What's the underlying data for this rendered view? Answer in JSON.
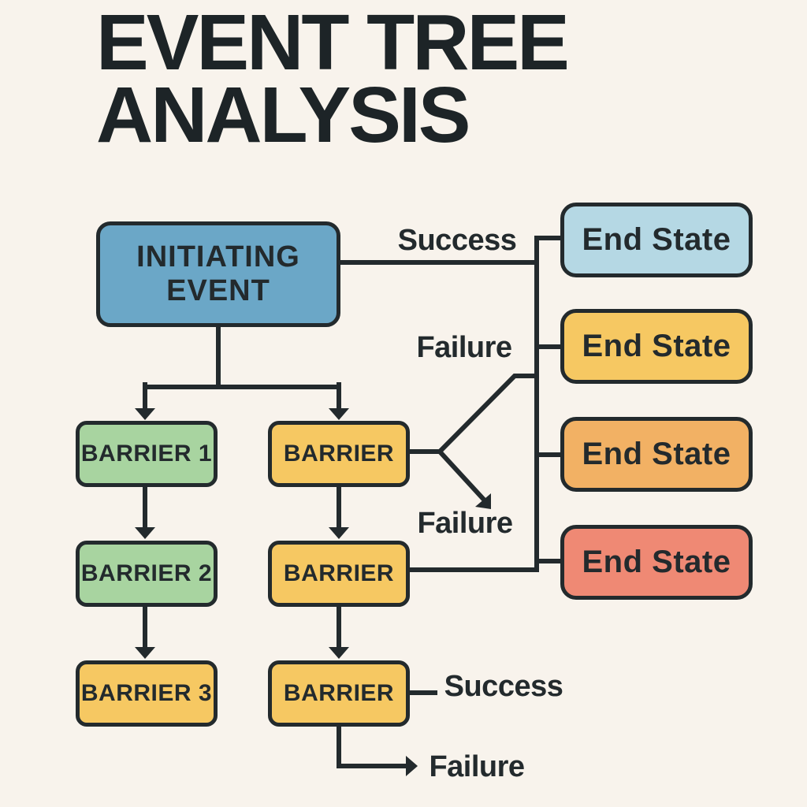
{
  "title": {
    "line1": "EVENT TREE",
    "line2": "ANALYSIS"
  },
  "colors": {
    "background": "#f8f3ec",
    "ink": "#232a2d",
    "initiating_blue": "#6ba7c7",
    "barrier_green": "#a8d4a0",
    "barrier_yellow": "#f6c862",
    "end_state_blue": "#b5d8e4",
    "end_state_yellow": "#f6c862",
    "end_state_orange": "#f2b164",
    "end_state_red": "#ef8974"
  },
  "nodes": {
    "initiating_event": {
      "label": "INITIATING EVENT",
      "color": "#6ba7c7"
    },
    "left_barriers": [
      {
        "label": "BARRIER 1",
        "color": "#a8d4a0"
      },
      {
        "label": "BARRIER 2",
        "color": "#a8d4a0"
      },
      {
        "label": "BARRIER 3",
        "color": "#f6c862"
      }
    ],
    "middle_barriers": [
      {
        "label": "BARRIER",
        "color": "#f6c862"
      },
      {
        "label": "BARRIER",
        "color": "#f6c862"
      },
      {
        "label": "BARRIER",
        "color": "#f6c862"
      }
    ],
    "end_states": [
      {
        "label": "End State",
        "color": "#b5d8e4"
      },
      {
        "label": "End State",
        "color": "#f6c862"
      },
      {
        "label": "End State",
        "color": "#f2b164"
      },
      {
        "label": "End State",
        "color": "#ef8974"
      }
    ]
  },
  "edge_labels": {
    "success_top": "Success",
    "failure_top": "Failure",
    "failure_mid": "Failure",
    "success_bottom": "Success",
    "failure_bottom": "Failure"
  }
}
